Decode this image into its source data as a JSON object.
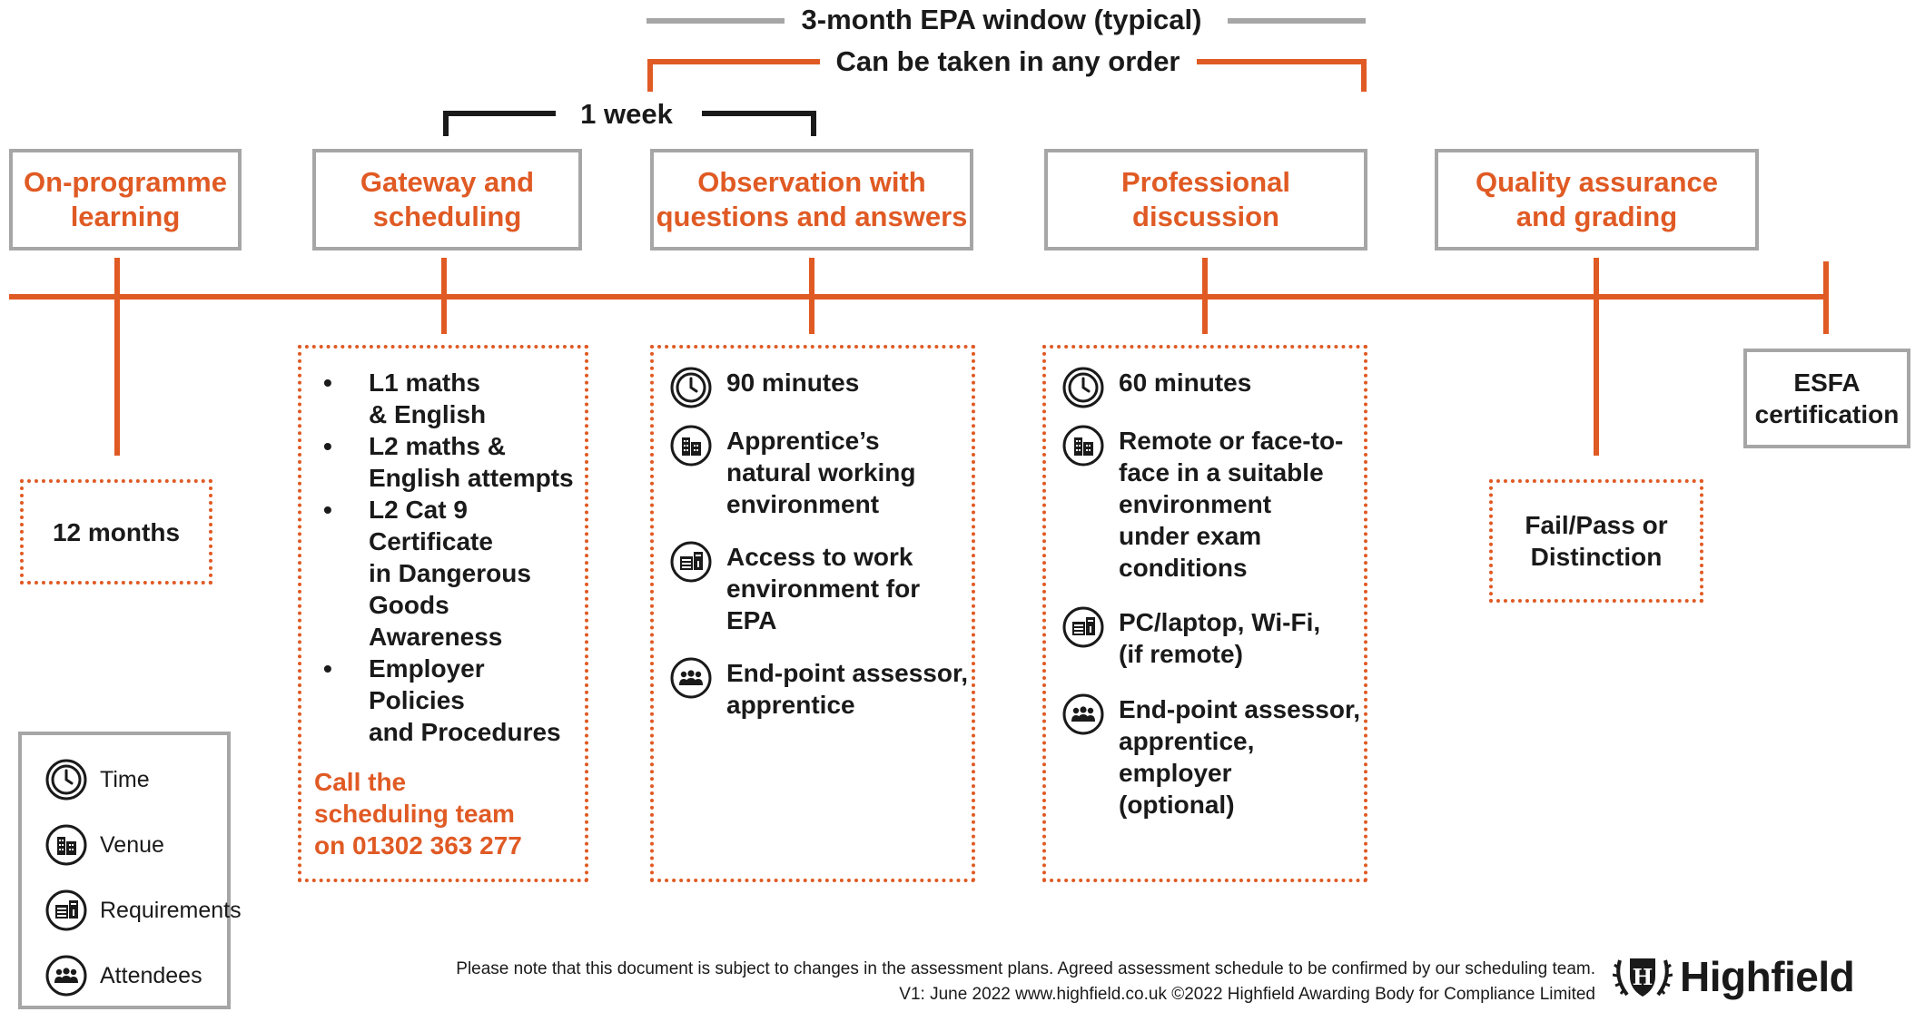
{
  "brackets": {
    "epa_window": "3-month EPA window (typical)",
    "any_order": "Can be taken in any order",
    "one_week": "1 week"
  },
  "stages": [
    {
      "label": "On-programme\nlearning"
    },
    {
      "label": "Gateway and\nscheduling"
    },
    {
      "label": "Observation with\nquestions and answers"
    },
    {
      "label": "Professional\ndiscussion"
    },
    {
      "label": "Quality assurance\nand grading"
    }
  ],
  "on_programme": {
    "duration": "12 months"
  },
  "gateway": {
    "items": [
      "L1 maths\n& English",
      "L2 maths &\nEnglish attempts",
      "L2 Cat 9\nCertificate\nin Dangerous\nGoods\nAwareness",
      "Employer Policies\nand Procedures"
    ],
    "callout": "Call the\nscheduling team\non 01302 363 277"
  },
  "observation": {
    "time": "90 minutes",
    "venue": "Apprentice’s\nnatural working\nenvironment",
    "requirements": "Access to work\nenvironment for\nEPA",
    "attendees": "End-point assessor,\napprentice"
  },
  "discussion": {
    "time": "60 minutes",
    "venue": "Remote or face-to-\nface in a suitable\nenvironment\nunder exam\nconditions",
    "requirements": "PC/laptop, Wi-Fi,\n(if remote)",
    "attendees": "End-point assessor,\napprentice,\nemployer\n(optional)"
  },
  "grading": {
    "outcome": "Fail/Pass or\nDistinction"
  },
  "esfa": {
    "label": "ESFA\ncertification"
  },
  "legend": {
    "time": "Time",
    "venue": "Venue",
    "requirements": "Requirements",
    "attendees": "Attendees"
  },
  "icons": {
    "time": "clock-icon",
    "venue": "building-icon",
    "requirements": "document-icon",
    "attendees": "people-icon"
  },
  "footer": {
    "line1": "Please note that this document is subject to changes in the assessment plans.  Agreed assessment schedule to be confirmed by our scheduling team.",
    "line2": "V1: June 2022   www.highfield.co.uk   ©2022 Highfield Awarding Body for Compliance Limited"
  },
  "logo": {
    "brand": "Highfield",
    "emblem_letter": "H"
  },
  "colors": {
    "accent": "#e05a24",
    "border": "#a6a6a6",
    "text": "#1a1a1a"
  }
}
